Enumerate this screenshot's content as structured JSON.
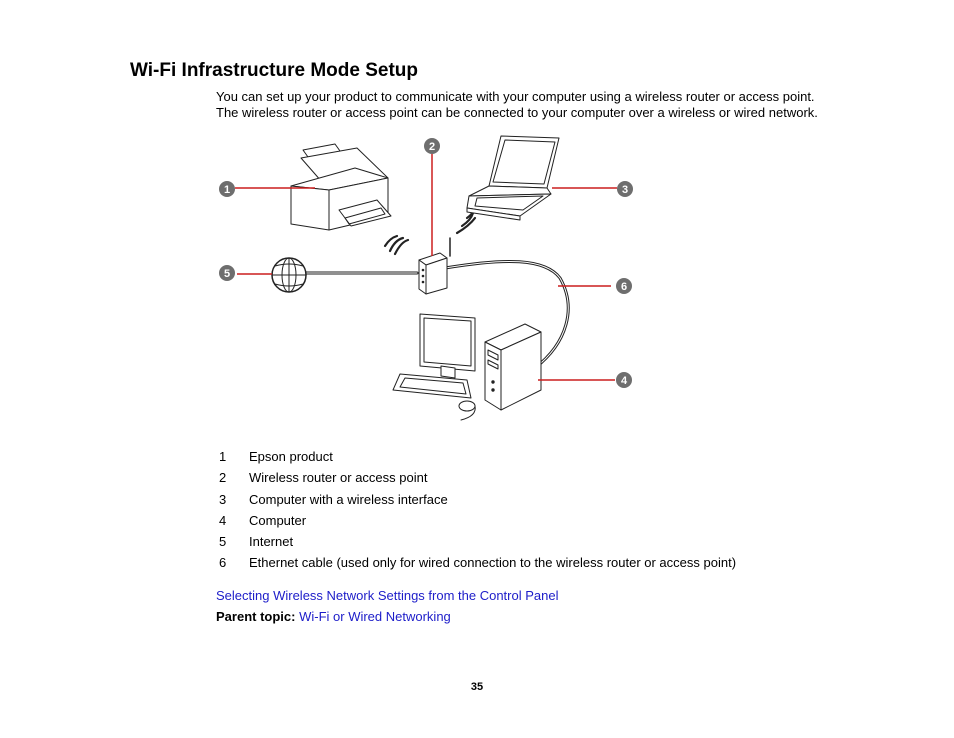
{
  "page": {
    "title": "Wi-Fi Infrastructure Mode Setup",
    "intro": [
      "You can set up your product to communicate with your computer using a wireless router or access point.",
      "The wireless router or access point can be connected to your computer over a wireless or wired network."
    ],
    "callouts": [
      "1",
      "2",
      "3",
      "4",
      "5",
      "6"
    ],
    "legend": [
      {
        "num": "1",
        "text": "Epson product"
      },
      {
        "num": "2",
        "text": "Wireless router or access point"
      },
      {
        "num": "3",
        "text": "Computer with a wireless interface"
      },
      {
        "num": "4",
        "text": "Computer"
      },
      {
        "num": "5",
        "text": "Internet"
      },
      {
        "num": "6",
        "text": "Ethernet cable (used only for wired connection to the wireless router or access point)"
      }
    ],
    "related_link": "Selecting Wireless Network Settings from the Control Panel",
    "parent_topic_label": "Parent topic:",
    "parent_topic_link": "Wi-Fi or Wired Networking",
    "page_number": "35"
  },
  "colors": {
    "callout_line": "#cc1f1f",
    "callout_badge": "#6e6e6e",
    "link": "#1d1dc9"
  }
}
